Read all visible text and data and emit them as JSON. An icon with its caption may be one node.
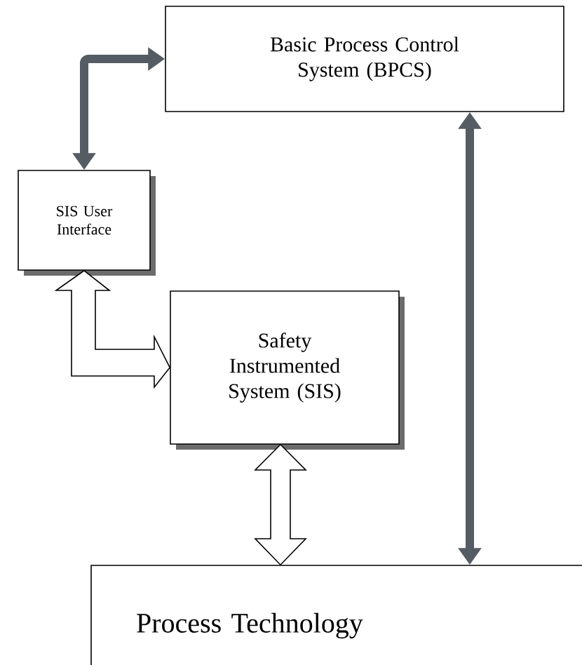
{
  "diagram": {
    "nodes": [
      {
        "text": [
          "Basic Process Control System (BPCS)"
        ]
      },
      {
        "text": [
          "SIS User Interface"
        ]
      },
      {
        "text": [
          "Safety Instrumented System (SIS)"
        ]
      },
      {
        "text": [
          "Process Technology"
        ]
      }
    ],
    "edges": [
      {
        "from": 1,
        "to": 0,
        "arrow": "both",
        "color": "#565c63"
      },
      {
        "from": 1,
        "to": 2,
        "arrow": "both"
      },
      {
        "from": 2,
        "to": 3,
        "arrow": "both"
      },
      {
        "from": 0,
        "to": 3,
        "arrow": "both",
        "color": "#565c63"
      }
    ]
  }
}
